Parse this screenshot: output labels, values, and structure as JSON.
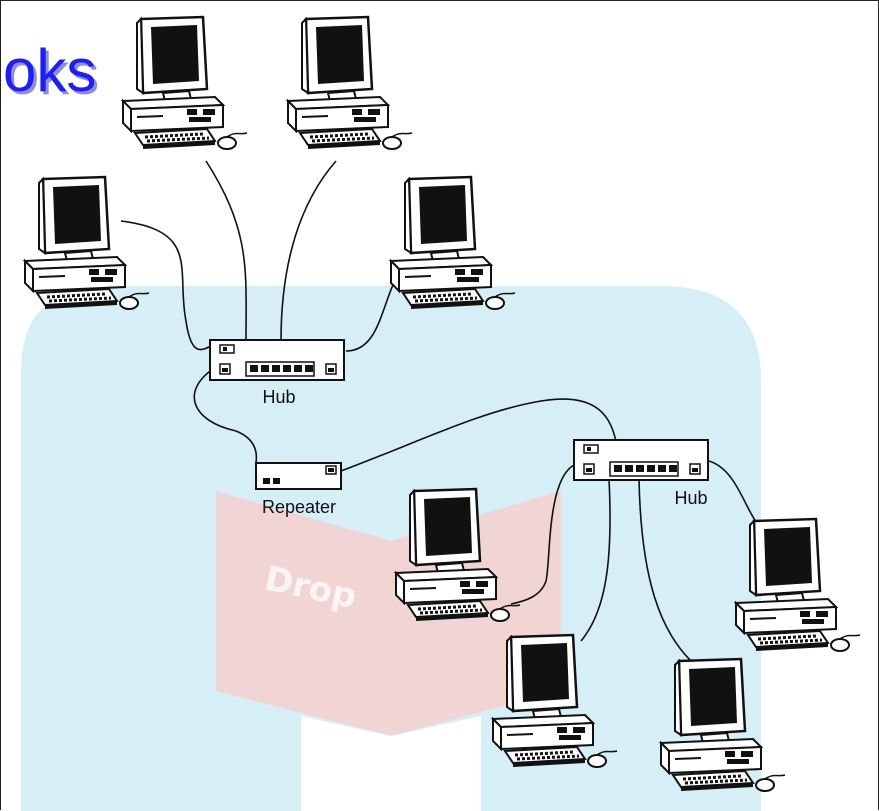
{
  "title_fragment": "oks",
  "watermark_text": "Drop",
  "labels": {
    "hub_top": "Hub",
    "repeater": "Repeater",
    "hub_bottom": "Hub"
  },
  "colors": {
    "title": "#1f1ff0",
    "title_shadow": "#8f8fd8",
    "watermark_blue": "#d6eef6",
    "watermark_red": "#f1d4d4"
  },
  "icons": [
    "computer-icon",
    "hub-icon",
    "repeater-icon"
  ]
}
